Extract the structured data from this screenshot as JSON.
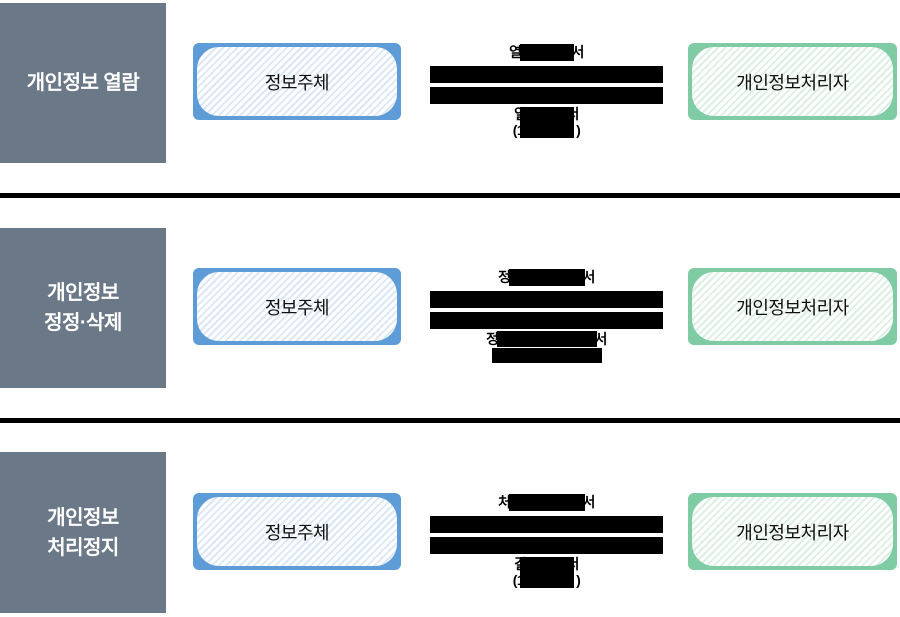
{
  "rows": [
    {
      "category": {
        "line1": "개인정보 열람"
      },
      "subject": "정보주체",
      "processor": "개인정보처리자",
      "request": {
        "prefix": "열",
        "suffix": "서"
      },
      "response": {
        "line1": {
          "prefix": "열",
          "suffix": "서"
        },
        "line2": {
          "prefix": "(1",
          "suffix": ")"
        }
      }
    },
    {
      "category": {
        "line1": "개인정보",
        "line2": "정정·삭제"
      },
      "subject": "정보주체",
      "processor": "개인정보처리자",
      "request": {
        "prefix": "정",
        "suffix": "서"
      },
      "response": {
        "line1": {
          "prefix": "정",
          "suffix": "서"
        }
      }
    },
    {
      "category": {
        "line1": "개인정보",
        "line2": "처리정지"
      },
      "subject": "정보주체",
      "processor": "개인정보처리자",
      "request": {
        "prefix": "처",
        "suffix": "서"
      },
      "response": {
        "line1": {
          "prefix": "결",
          "suffix": "서"
        },
        "line2": {
          "prefix": "(1",
          "suffix": ")"
        }
      }
    }
  ],
  "colors": {
    "category_bg": "#6B7888",
    "category_text": "#FFFFFF",
    "subject_accent": "#5D9CD6",
    "processor_accent": "#7ECBA4",
    "bar_and_redaction": "#000000",
    "background": "#FFFFFF"
  }
}
